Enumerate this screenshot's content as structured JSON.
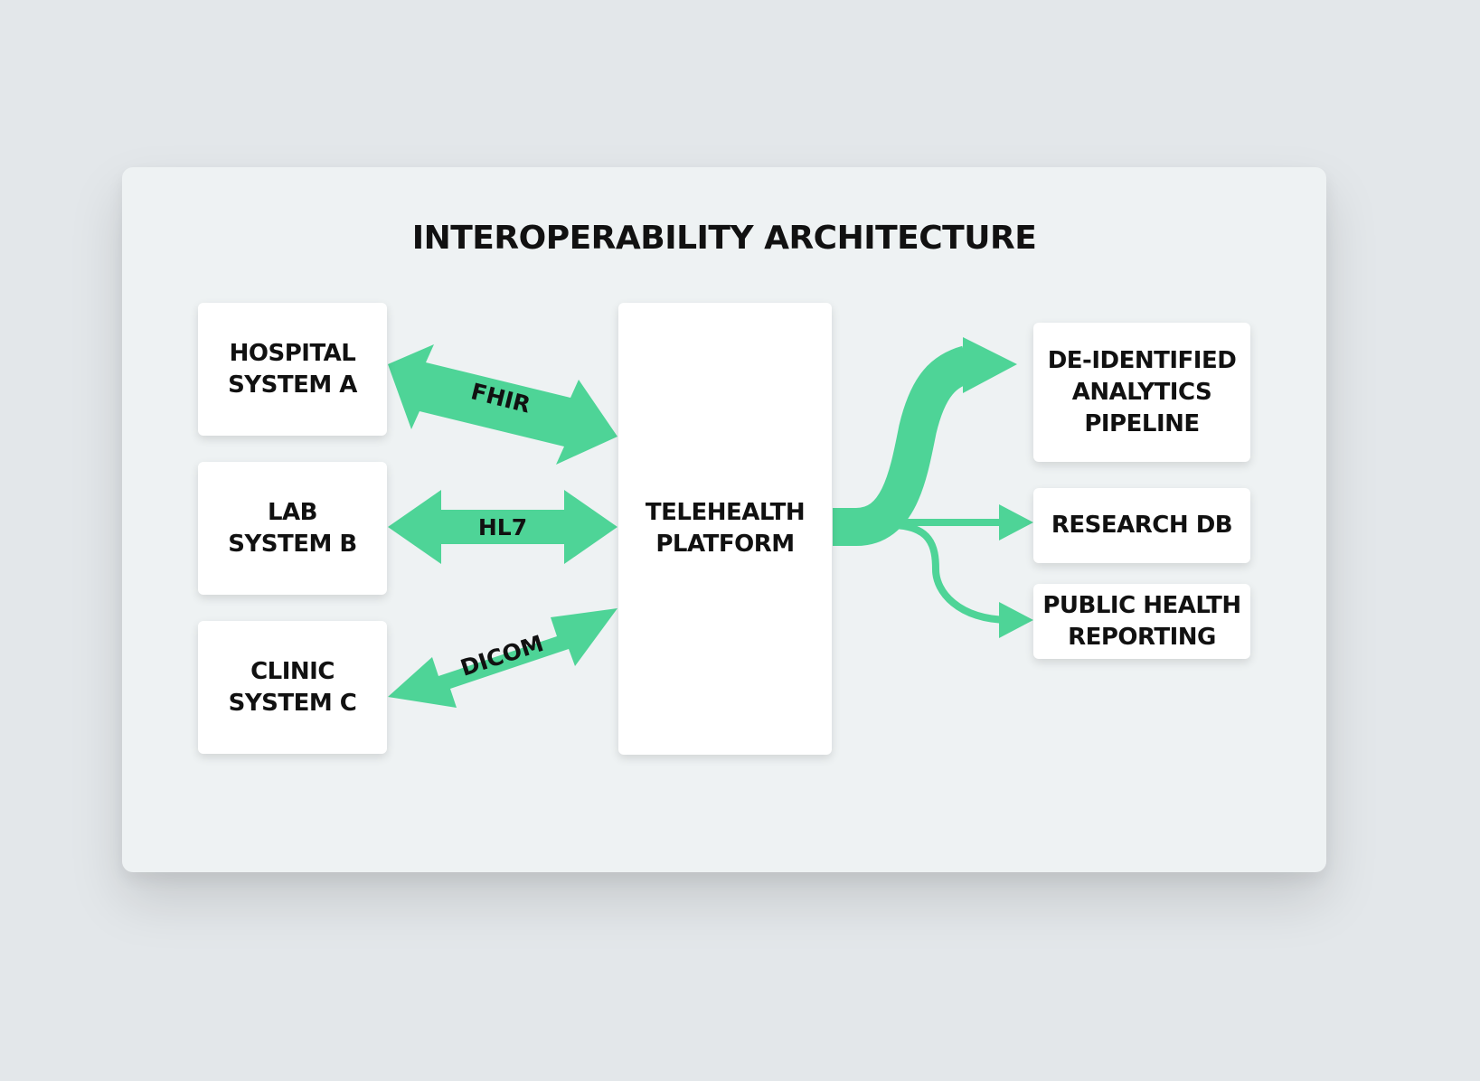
{
  "title": "INTEROPERABILITY ARCHITECTURE",
  "colors": {
    "connector": "#4ed497",
    "box": "#ffffff",
    "card": "#eef2f3",
    "background": "#e3e7ea"
  },
  "sources": [
    {
      "label": "HOSPITAL\nSYSTEM A",
      "protocol": "FHIR"
    },
    {
      "label": "LAB\nSYSTEM B",
      "protocol": "HL7"
    },
    {
      "label": "CLINIC\nSYSTEM C",
      "protocol": "DICOM"
    }
  ],
  "hub": {
    "label": "TELEHEALTH\nPLATFORM"
  },
  "outputs": [
    {
      "label": "DE-IDENTIFIED\nANALYTICS\nPIPELINE"
    },
    {
      "label": "RESEARCH DB"
    },
    {
      "label": "PUBLIC HEALTH\nREPORTING"
    }
  ]
}
